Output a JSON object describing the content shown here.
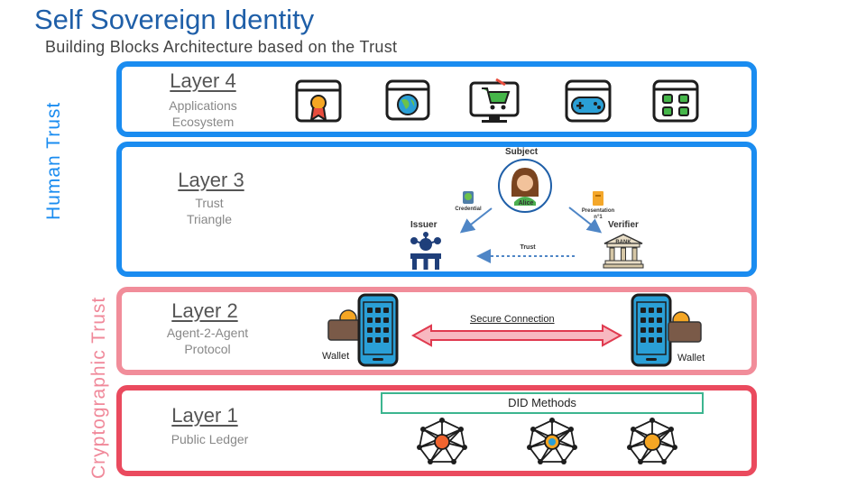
{
  "header": {
    "title": "Self Sovereign Identity",
    "subtitle": "Building Blocks Architecture based on the Trust"
  },
  "side_labels": {
    "human_trust": "Human Trust",
    "cryptographic_trust": "Cryptographic  Trust"
  },
  "layer4": {
    "name": "Layer 4",
    "desc_line1": "Applications",
    "desc_line2": "Ecosystem",
    "icons": [
      "certificate-icon",
      "web-browser-icon",
      "shopping-cart-monitor-icon",
      "game-controller-app-icon",
      "app-grid-icon"
    ]
  },
  "layer3": {
    "name": "Layer 3",
    "desc_line1": "Trust",
    "desc_line2": "Triangle",
    "subject_label": "Subject",
    "alice_label": "Alice",
    "issuer_label": "Issuer",
    "verifier_label": "Verifier",
    "credential_label": "Credential",
    "presentation_line1": "Presentation",
    "presentation_line2": "n°1",
    "trust_label": "Trust",
    "bank_label": "BANK"
  },
  "layer2": {
    "name": "Layer 2",
    "desc_line1": "Agent-2-Agent",
    "desc_line2": "Protocol",
    "secure_connection": "Secure Connection",
    "wallet_left": "Wallet",
    "wallet_right": "Wallet"
  },
  "layer1": {
    "name": "Layer 1",
    "desc": "Public Ledger",
    "did_methods": "DID Methods"
  },
  "colors": {
    "title_blue": "#1f5fa8",
    "human_blue": "#1a8cf0",
    "crypto_pink": "#f18d9a",
    "crypto_red": "#ea4a5e",
    "did_green": "#3cb58f"
  }
}
